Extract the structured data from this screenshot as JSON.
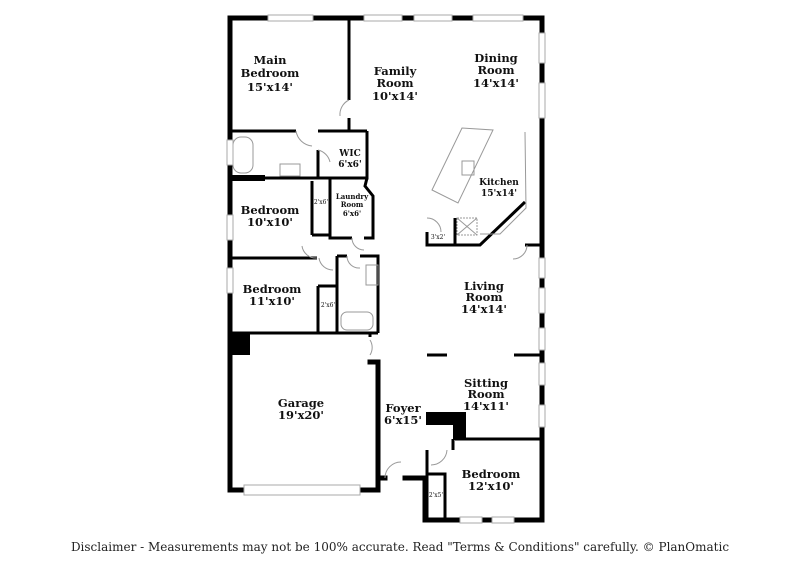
{
  "rooms": {
    "main_bedroom": {
      "name1": "Main",
      "name2": "Bedroom",
      "dims": "15'x14'"
    },
    "family_room": {
      "name1": "Family",
      "name2": "Room",
      "dims": "10'x14'"
    },
    "dining_room": {
      "name1": "Dining",
      "name2": "Room",
      "dims": "14'x14'"
    },
    "wic": {
      "name": "WIC",
      "dims": "6'x6'"
    },
    "kitchen": {
      "name": "Kitchen",
      "dims": "15'x14'"
    },
    "bedroom_2": {
      "name": "Bedroom",
      "dims": "10'x10'"
    },
    "laundry_room": {
      "name1": "Laundry",
      "name2": "Room",
      "dims": "6'x6'"
    },
    "closet_2": {
      "dims": "2'x6'"
    },
    "pantry": {
      "dims": "3'x2'"
    },
    "bedroom_3": {
      "name": "Bedroom",
      "dims": "11'x10'"
    },
    "closet_3": {
      "dims": "2'x6'"
    },
    "living_room": {
      "name1": "Living",
      "name2": "Room",
      "dims": "14'x14'"
    },
    "garage": {
      "name": "Garage",
      "dims": "19'x20'"
    },
    "foyer": {
      "name": "Foyer",
      "dims": "6'x15'"
    },
    "sitting_room": {
      "name1": "Sitting",
      "name2": "Room",
      "dims": "14'x11'"
    },
    "bedroom_4": {
      "name": "Bedroom",
      "dims": "12'x10'"
    },
    "closet_4": {
      "dims": "2'x5'"
    }
  },
  "disclaimer": "Disclaimer - Measurements may not be 100% accurate. Read \"Terms & Conditions\" carefully. © PlanOmatic"
}
